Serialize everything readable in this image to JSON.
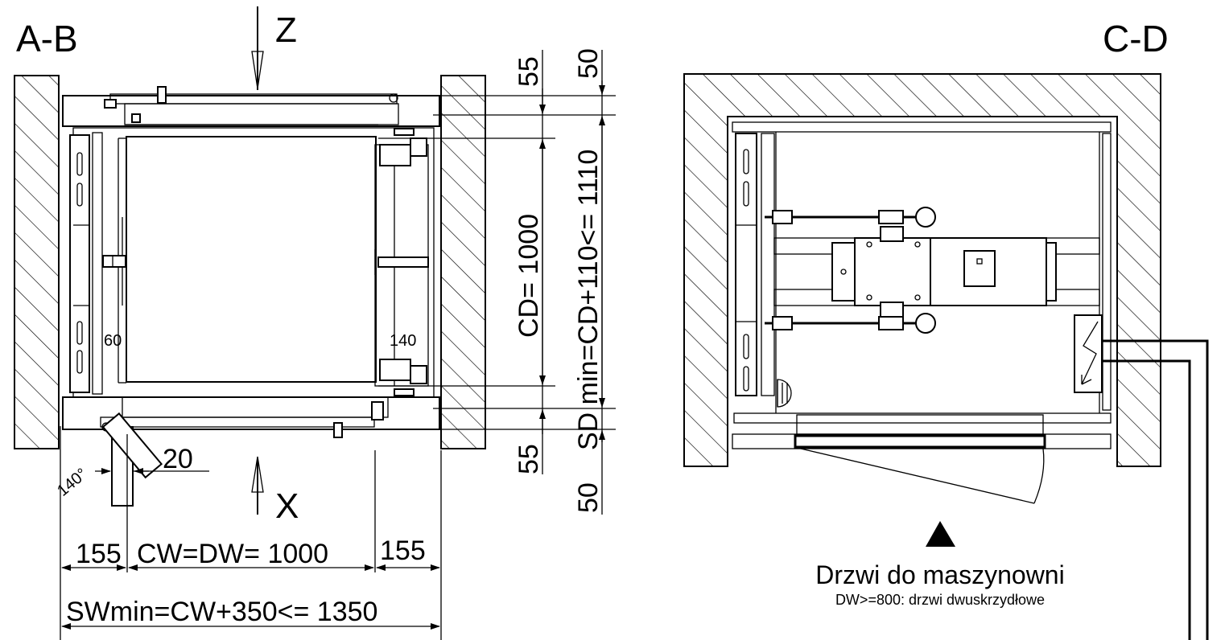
{
  "views": {
    "left_title": "A-B",
    "right_title": "C-D",
    "arrow_top": "Z",
    "arrow_bottom": "X"
  },
  "dimensions": {
    "dim_55_top": "55",
    "dim_50_top": "50",
    "dim_1110": "SD min=CD+110<= 1110",
    "dim_cd": "CD= 1000",
    "dim_55_bottom": "55",
    "dim_50_bottom": "50",
    "dim_60": "60",
    "dim_140": "140",
    "dim_20": "20",
    "dim_angle": "140°",
    "dim_155_left": "155",
    "dim_cw": "CW=DW= 1000",
    "dim_155_right": "155",
    "dim_sw": "SWmin=CW+350<= 1350"
  },
  "notes": {
    "machine_room_door": "Drzwi do maszynowni",
    "double_door_note": "DW>=800: drzwi dwuskrzydłowe"
  }
}
